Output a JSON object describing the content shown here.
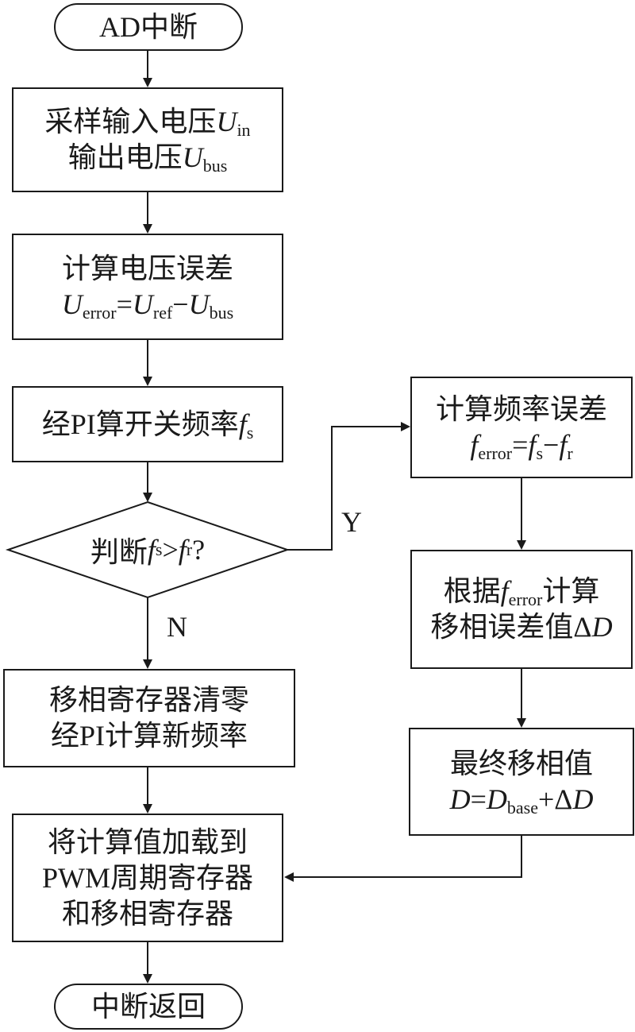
{
  "start": "AD中断",
  "sample": {
    "line1": "采样输入电压",
    "line1_var": "U",
    "line1_sub": "in",
    "line2": "输出电压",
    "line2_var": "U",
    "line2_sub": "bus"
  },
  "voltage_error": {
    "line1": "计算电压误差",
    "v1": "U",
    "s1": "error",
    "eq": "=",
    "v2": "U",
    "s2": "ref",
    "minus": "−",
    "v3": "U",
    "s3": "bus"
  },
  "pi_calc": {
    "text": "经PI算开关频率",
    "var": "f",
    "sub": "s"
  },
  "decision": {
    "text": "判断",
    "v1": "f",
    "s1": "s",
    "op": ">",
    "v2": "f",
    "s2": "r",
    "q": "?"
  },
  "label_yes": "Y",
  "label_no": "N",
  "freq_error": {
    "line1": "计算频率误差",
    "v1": "f",
    "s1": "error",
    "eq": "=",
    "v2": "f",
    "s2": "s",
    "minus": "−",
    "v3": "f",
    "s3": "r"
  },
  "phase_error": {
    "pre": "根据",
    "var": "f",
    "sub": "error",
    "post": "计算",
    "line2": "移相误差值",
    "delta": "Δ",
    "dvar": "D"
  },
  "final_phase": {
    "line1": "最终移相值",
    "v1": "D",
    "eq": "=",
    "v2": "D",
    "s2": "base",
    "plus": "+",
    "delta": "Δ",
    "v3": "D"
  },
  "clear": {
    "line1": "移相寄存器清零",
    "line2": "经PI计算新频率"
  },
  "load": {
    "line1": "将计算值加载到",
    "line2": "PWM周期寄存器",
    "line3": "和移相寄存器"
  },
  "end": "中断返回"
}
